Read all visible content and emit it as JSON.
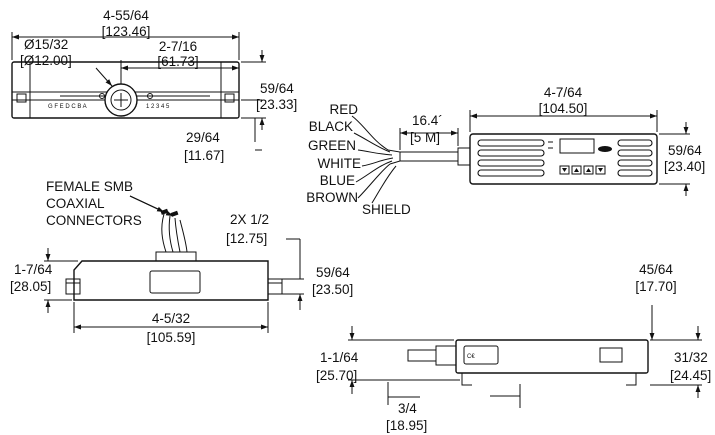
{
  "top_view": {
    "overall_width": "4-55/64",
    "overall_width_mm": "[123.46]",
    "hole_diameter": "Ø15/32",
    "hole_diameter_mm": "[Ø12.00]",
    "half_width": "2-7/16",
    "half_width_mm": "[61.73]",
    "height": "59/64",
    "height_mm": "[23.33]",
    "center_height": "29/64",
    "center_height_mm": "[11.67]",
    "scale_letters": "G F E D C B A",
    "scale_numbers": "1  2  3  4  5"
  },
  "cable": {
    "wires": [
      "RED",
      "BLACK",
      "GREEN",
      "WHITE",
      "BLUE",
      "BROWN"
    ],
    "shield": "SHIELD",
    "length": "16.4´",
    "length_mm": "[5 M]"
  },
  "display_unit": {
    "width": "4-7/64",
    "width_mm": "[104.50]",
    "height": "59/64",
    "height_mm": "[23.40]"
  },
  "front_view": {
    "connector_note": [
      "FEMALE SMB",
      "COAXIAL",
      "CONNECTORS"
    ],
    "hole_spacing": "2X 1/2",
    "hole_spacing_mm": "[12.75]",
    "left_height": "1-7/64",
    "left_height_mm": "[28.05]",
    "right_height": "59/64",
    "right_height_mm": "[23.50]",
    "base_width": "4-5/32",
    "base_width_mm": "[105.59]"
  },
  "side_view": {
    "top_offset": "45/64",
    "top_offset_mm": "[17.70]",
    "left_height": "1-1/64",
    "left_height_mm": "[25.70]",
    "right_height": "31/32",
    "right_height_mm": "[24.45]",
    "bottom_offset": "3/4",
    "bottom_offset_mm": "[18.95]"
  }
}
